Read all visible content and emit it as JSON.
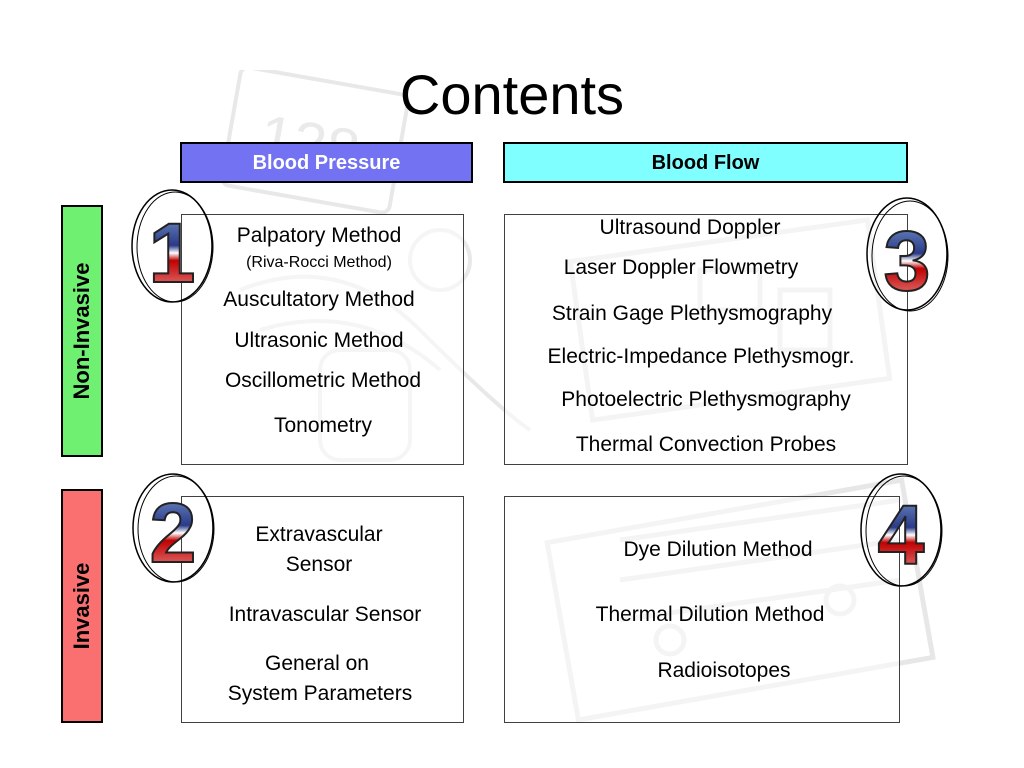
{
  "title": "Contents",
  "columns": {
    "blood_pressure": "Blood Pressure",
    "blood_flow": "Blood Flow"
  },
  "rows": {
    "non_invasive": "Non-Invasive",
    "invasive": "Invasive"
  },
  "quadrants": {
    "q1": {
      "number": "1",
      "items": [
        "Palpatory Method",
        "(Riva-Rocci Method)",
        "Auscultatory Method",
        "Ultrasonic Method",
        "Oscillometric Method",
        "Tonometry"
      ]
    },
    "q3": {
      "number": "3",
      "items": [
        "Ultrasound Doppler",
        "Laser Doppler Flowmetry",
        "Strain Gage Plethysmography",
        "Electric-Impedance Plethysmogr.",
        "Photoelectric Plethysmography",
        "Thermal Convection Probes"
      ]
    },
    "q2": {
      "number": "2",
      "items": [
        "Extravascular",
        "Sensor",
        "Intravascular Sensor",
        "General on",
        "System Parameters"
      ]
    },
    "q4": {
      "number": "4",
      "items": [
        "Dye Dilution Method",
        "Thermal Dilution Method",
        "Radioisotopes"
      ]
    }
  },
  "colors": {
    "blood_pressure_header": "#7272f2",
    "blood_flow_header": "#7fffff",
    "non_invasive_label": "#70f070",
    "invasive_label": "#fa7070",
    "numeral_top": "#c00000",
    "numeral_bottom": "#2a3a8a"
  }
}
